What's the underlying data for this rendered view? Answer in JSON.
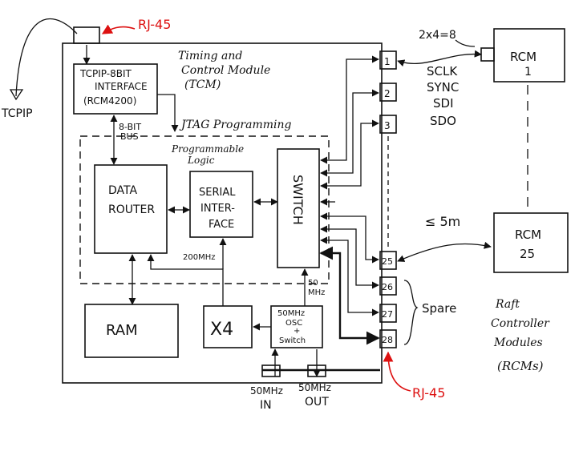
{
  "labels": {
    "rj45_top": "RJ-45",
    "rj45_bottom": "RJ-45",
    "tcpip": "TCPIP",
    "tcm_title_1": "Timing and",
    "tcm_title_2": "Control Module",
    "tcm_title_3": "(TCM)",
    "tcpip_interface_1": "TCPIP-8BIT",
    "tcpip_interface_2": "INTERFACE",
    "tcpip_interface_3": "(RCM4200)",
    "bus_1": "8-BIT",
    "bus_2": "BUS",
    "jtag": "JTAG Programming",
    "prog_logic_1": "Programmable",
    "prog_logic_2": "Logic",
    "data_router_1": "DATA",
    "data_router_2": "ROUTER",
    "serial_1": "SERIAL",
    "serial_2": "INTER-",
    "serial_3": "FACE",
    "switch": "SWITCH",
    "clk_200": "200MHz",
    "clk_50_1": "50",
    "clk_50_2": "MHz",
    "ram": "RAM",
    "x4": "X4",
    "osc_1": "50MHz",
    "osc_2": "OSC",
    "osc_3": "+",
    "osc_4": "Switch",
    "in_1": "50MHz",
    "in_2": "IN",
    "out_1": "50MHz",
    "out_2": "OUT",
    "count": "2x4=8",
    "signals": [
      "SCLK",
      "SYNC",
      "SDI",
      "SDO"
    ],
    "distance": "≤ 5m",
    "rcm1_1": "RCM",
    "rcm1_2": "1",
    "rcm25_1": "RCM",
    "rcm25_2": "25",
    "spare": "Spare",
    "raft_1": "Raft",
    "raft_2": "Controller",
    "raft_3": "Modules",
    "raft_4": "(RCMs)"
  },
  "ports": [
    "1",
    "2",
    "3",
    "25",
    "26",
    "27",
    "28"
  ],
  "colors": {
    "ink": "#111111",
    "annotation": "#dd1111"
  }
}
